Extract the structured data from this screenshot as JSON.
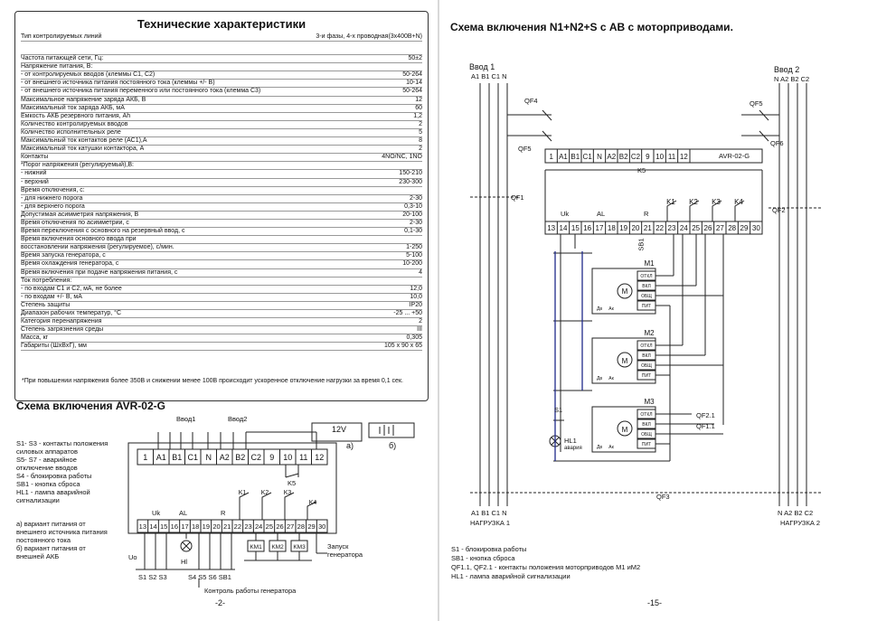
{
  "left": {
    "spec_title": "Технические характеристики",
    "rows": [
      {
        "l": "Тип контролируемых линий",
        "v": "3-и фазы, 4-х проводная(3х400В+N)"
      },
      {
        "l": "",
        "v": ""
      },
      {
        "l": "Частота питающей сети, Гц:",
        "v": "50±2"
      },
      {
        "l": "Напряжение питания, В:",
        "v": ""
      },
      {
        "l": "  - от контролируемых  вводов (клеммы С1, С2)",
        "v": "50-264"
      },
      {
        "l": "  - от внешнего источника питания постоянного тока (клеммы +/- В)",
        "v": "10-14"
      },
      {
        "l": "  - от внешнего источника питания переменного или постоянного тока (клемма С3)",
        "v": "50-264"
      },
      {
        "l": "Максимальное напряжение заряда АКБ, В",
        "v": "12"
      },
      {
        "l": "Максимальный ток заряда АКБ, мА",
        "v": "60"
      },
      {
        "l": "Емкость АКБ резервного питания, Ah",
        "v": "1,2"
      },
      {
        "l": "Количество контролируемых вводов",
        "v": "2"
      },
      {
        "l": "Количество исполнительных реле",
        "v": "5"
      },
      {
        "l": "Максимальный ток контактов реле (АС1),А",
        "v": "8"
      },
      {
        "l": "Максимальный ток катушки контактора, А",
        "v": "2"
      },
      {
        "l": "Контакты",
        "v": "4NO/NC, 1NO"
      },
      {
        "l": "  *Порог напряжения (регулируемый),В:",
        "v": ""
      },
      {
        "l": "  - нижний",
        "v": "150-210"
      },
      {
        "l": "  - верхний",
        "v": "230-300"
      },
      {
        "l": "Время отключения, с:",
        "v": ""
      },
      {
        "l": "  - для нижнего порога",
        "v": "2-30"
      },
      {
        "l": "  - для верхнего порога",
        "v": "0,3-10"
      },
      {
        "l": "Допустимая асимметрия напряжения, В",
        "v": "20-100"
      },
      {
        "l": "Время отключения по асимметрии, с",
        "v": "2-30"
      },
      {
        "l": "Время переключения с основного на резервный ввод, с",
        "v": "0,1-30"
      },
      {
        "l": "Время включения основного ввода при",
        "v": ""
      },
      {
        "l": "восстановлении напряжения (регулируемое), с/мин.",
        "v": "1-250"
      },
      {
        "l": "Время запуска генератора, с",
        "v": "5-100"
      },
      {
        "l": "Время охлаждения генератора, с",
        "v": "10-200"
      },
      {
        "l": "Время  включения при подаче напряжения питания, с",
        "v": "4"
      },
      {
        "l": "Ток потребления:",
        "v": ""
      },
      {
        "l": "  - по входам  С1 и С2, мА, не более",
        "v": "12,0"
      },
      {
        "l": "  - по входам  +/- В, мА",
        "v": "10,0"
      },
      {
        "l": "Степень защиты",
        "v": "IP20"
      },
      {
        "l": "Диапазон рабочих температур,  °С",
        "v": "-25 ... +50"
      },
      {
        "l": "Категория перенапряжения",
        "v": "2"
      },
      {
        "l": "Степень загрязнения среды",
        "v": "III"
      },
      {
        "l": "Масса, кг",
        "v": "0,305"
      },
      {
        "l": "Габариты (ШхВхГ), мм",
        "v": "105 х 90 х 65"
      }
    ],
    "note": "*При повышении напряжения более 350В и снижении менее 100В происходит ускоренное отключение нагрузки за время 0,1 сек.",
    "scheme_title": "Схема включения AVR-02-G",
    "legend": [
      "S1- S3  - контакты  положения",
      "силовых  аппаратов",
      "S5- S7  - аварийное",
      "отключение  вводов",
      "S4 - блокировка работы",
      "SB1 - кнопка сброса",
      "HL1 - лампа аварийной",
      "сигнализации"
    ],
    "variants": [
      "а) вариант питания от",
      "внешнего источника питания",
      "постоянного тока",
      "б) вариант питания от",
      "внешней АКБ"
    ],
    "vvod1": "Ввод1",
    "vvod2": "Ввод2",
    "top_terms": [
      "1",
      "A1",
      "B1",
      "C1",
      "N",
      "A2",
      "B2",
      "C2",
      "9",
      "10",
      "11",
      "12"
    ],
    "bot_terms": [
      "13",
      "14",
      "15",
      "16",
      "17",
      "18",
      "19",
      "20",
      "21",
      "22",
      "23",
      "24",
      "25",
      "26",
      "27",
      "28",
      "29",
      "30"
    ],
    "v12": "12V",
    "a_label": "а)",
    "b_label": "б)",
    "k5": "K5",
    "uk": "Uk",
    "al": "AL",
    "r": "R",
    "k_labels": [
      "K1",
      "K2",
      "K3",
      "K4"
    ],
    "km": [
      "KM1",
      "KM2",
      "KM3"
    ],
    "uo": "Uo",
    "hl": "Hl",
    "s_bottom": "S1 S2 S3",
    "s_bottom2": "S4 S5 S6 SB1",
    "gen_start": "Запуск генератора",
    "gen_ctrl": "Контроль работы генератора",
    "page": "-2-"
  },
  "right": {
    "title": "Схема включения N1+N2+S с АВ с моторприводами.",
    "vvod1": "Ввод 1",
    "vvod1_terms": "A1 B1 C1 N",
    "vvod2": "Ввод 2",
    "vvod2_terms": "N  A2 B2 C2",
    "qf4": "QF4",
    "qf5": "QF5",
    "qf5b": "QF5",
    "qf6": "QF6",
    "qf1": "QF1",
    "qf2": "QF2",
    "qf3": "QF3",
    "device": "AVR-02-G",
    "top_terms": [
      "1",
      "A1",
      "B1",
      "C1",
      "N",
      "A2",
      "B2",
      "C2",
      "9",
      "10",
      "11",
      "12"
    ],
    "bot_terms": [
      "13",
      "14",
      "15",
      "16",
      "17",
      "18",
      "19",
      "20",
      "21",
      "22",
      "23",
      "24",
      "25",
      "26",
      "27",
      "28",
      "29",
      "30"
    ],
    "k5": "K5",
    "uk": "Uk",
    "al": "AL",
    "r": "R",
    "sb1": "SB1",
    "k_labels": [
      "K1",
      "K2",
      "K3",
      "K4"
    ],
    "motors": [
      {
        "name": "M1",
        "y": 0
      },
      {
        "name": "M2",
        "y": 1
      },
      {
        "name": "M3",
        "y": 2
      }
    ],
    "motor_terms": [
      "ОТКЛ",
      "ВКЛ",
      "ОБЩ",
      "ПИТ"
    ],
    "da": "Дв",
    "ak": "Ак",
    "m": "M",
    "qf21": "QF2.1",
    "qf11": "QF1.1",
    "s1": "S1",
    "hl1": "HL1",
    "hl1_sub": "авария",
    "load1_terms": "A1 B1 C1 N",
    "load1": "НАГРУЗКА 1",
    "load2_terms": "N  A2 B2 C2",
    "load2": "НАГРУЗКА 2",
    "legend": [
      "S1 - блокировка работы",
      "SB1 - кнопка сброса",
      "QF1.1, QF2.1 -  контакты положения моторприводов М1 иМ2",
      "HL1 - лампа аварийной сигнализации"
    ],
    "page": "-15-"
  }
}
